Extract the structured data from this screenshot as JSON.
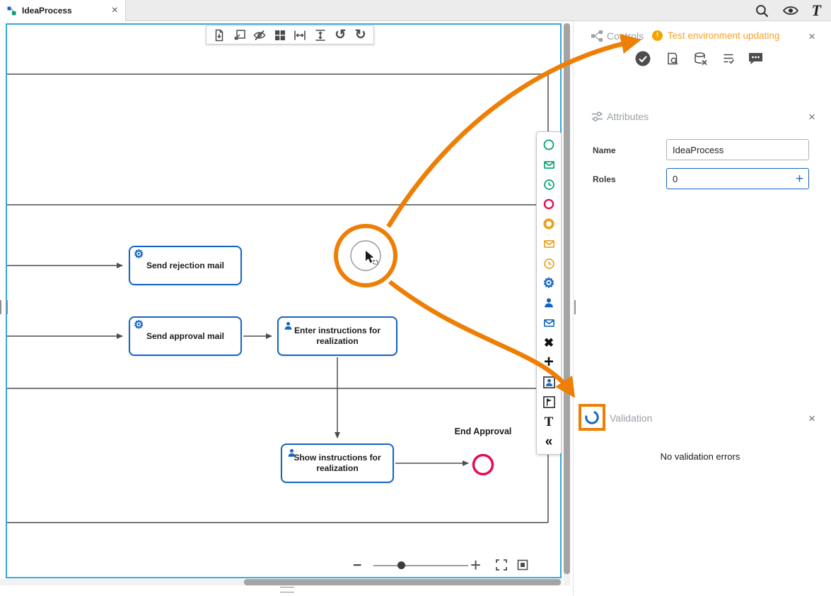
{
  "tabbar": {
    "tab_title": "IdeaProcess",
    "close_glyph": "×"
  },
  "topbar": {
    "icons": [
      "search-icon",
      "eye-icon",
      "text-style-icon"
    ],
    "text_tool_glyph": "T"
  },
  "canvas_toolbar": {
    "icons": [
      "download",
      "export",
      "hide-preview",
      "grid",
      "distribute-horizontal",
      "distribute-vertical",
      "undo",
      "redo"
    ],
    "undo_glyph": "↺",
    "redo_glyph": "↻"
  },
  "diagram": {
    "tasks": [
      {
        "label": "Send rejection mail",
        "icon": "gear"
      },
      {
        "label": "Send approval mail",
        "icon": "gear"
      },
      {
        "label": "Enter instructions for realization",
        "icon": "user"
      },
      {
        "label": "Show instructions for realization",
        "icon": "user"
      }
    ],
    "end_event_label": "End Approval"
  },
  "palette": {
    "items": [
      "start-event",
      "message-start-event",
      "timer-start-event",
      "end-event",
      "intermediate-event",
      "message-event",
      "timer-event",
      "service-task",
      "user-task",
      "message-task",
      "delete",
      "add",
      "user-pool",
      "flag-annotation",
      "text-annotation",
      "collapse"
    ],
    "gear_glyph": "⚙",
    "x_glyph": "✖",
    "plus_glyph": "+",
    "text_glyph": "T",
    "collapse_glyph": "«"
  },
  "zoom": {
    "minus_glyph": "−",
    "plus_glyph": "+"
  },
  "panel": {
    "controls": {
      "title": "Controls",
      "warning_badge": "!",
      "warning_text": "Test environment updating",
      "close_glyph": "×",
      "icons": [
        "publish-check",
        "preview-search",
        "database",
        "tasklist",
        "comments"
      ]
    },
    "attributes": {
      "title": "Attributes",
      "close_glyph": "×",
      "name_label": "Name",
      "name_value": "IdeaProcess",
      "roles_label": "Roles",
      "roles_value": "0",
      "roles_add_glyph": "+"
    },
    "validation": {
      "title": "Validation",
      "close_glyph": "×",
      "message": "No validation errors"
    }
  },
  "colors": {
    "annotation_orange": "#ee7e04",
    "task_blue": "#1565c0",
    "end_event_red": "#e50b55",
    "selection_blue": "#35a7dd",
    "warning_orange": "#f5a300",
    "event_green": "#00a070",
    "event_amber": "#eaa120"
  }
}
